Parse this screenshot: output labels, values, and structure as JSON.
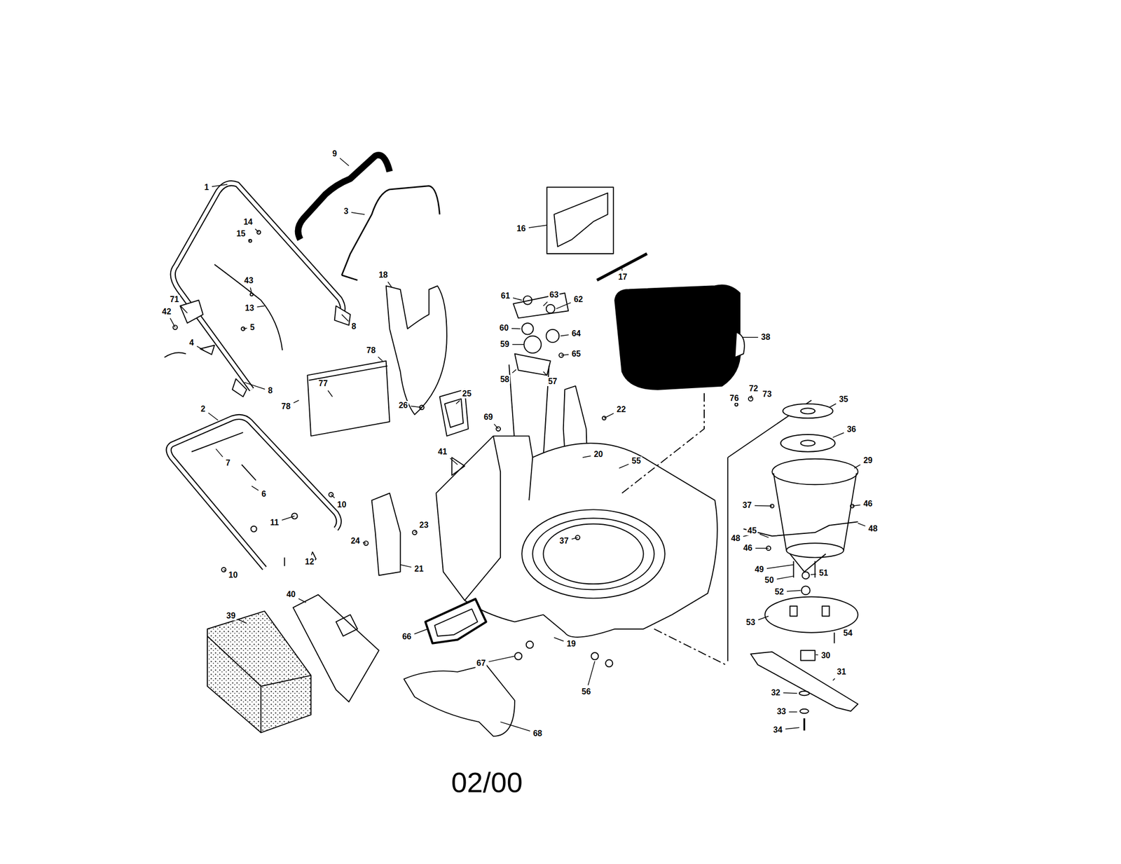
{
  "diagram": {
    "labels": [
      "1",
      "9",
      "3",
      "14",
      "15",
      "43",
      "13",
      "71",
      "42",
      "4",
      "5",
      "8",
      "8",
      "16",
      "17",
      "18",
      "61",
      "63",
      "62",
      "60",
      "64",
      "59",
      "65",
      "58",
      "57",
      "38",
      "78",
      "78",
      "77",
      "26",
      "25",
      "69",
      "22",
      "20",
      "55",
      "41",
      "76",
      "72",
      "73",
      "35",
      "36",
      "29",
      "37",
      "46",
      "48",
      "48",
      "45",
      "46",
      "37",
      "2",
      "7",
      "6",
      "10",
      "11",
      "10",
      "12",
      "24",
      "23",
      "21",
      "49",
      "50",
      "51",
      "52",
      "53",
      "54",
      "30",
      "31",
      "32",
      "33",
      "34",
      "39",
      "40",
      "66",
      "67",
      "19",
      "56",
      "68",
      "02/00"
    ]
  }
}
